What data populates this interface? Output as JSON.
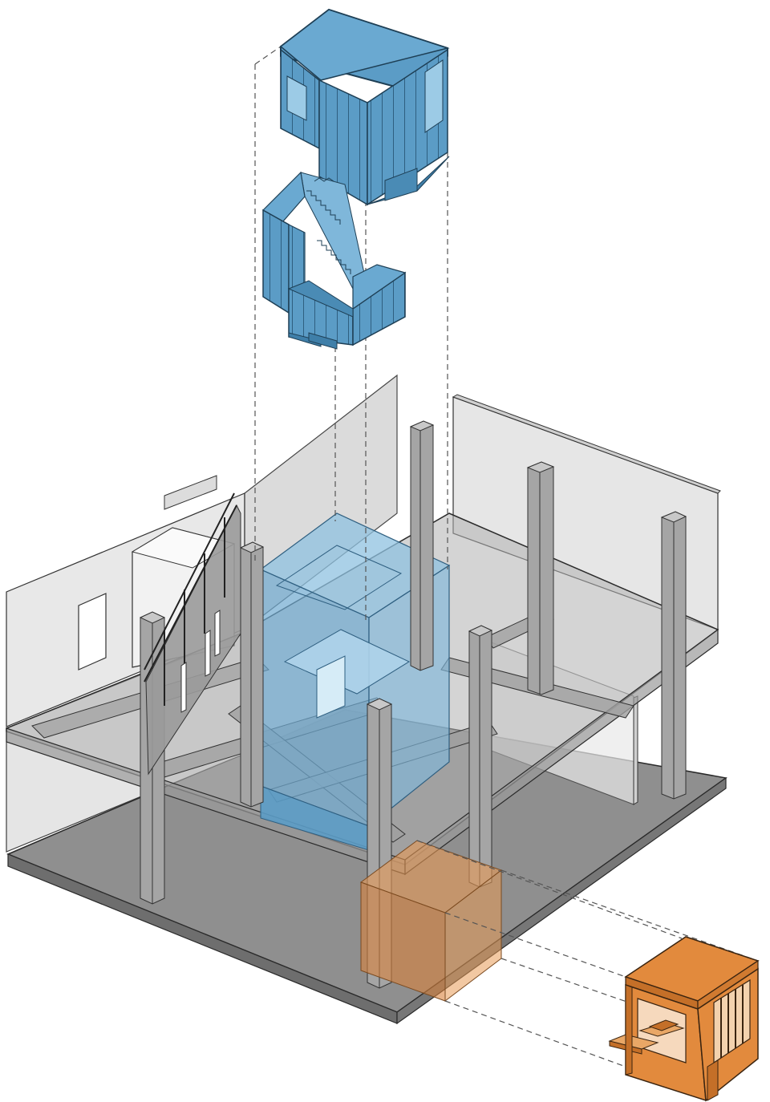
{
  "diagram": {
    "type": "exploded-axonometric",
    "labels": [],
    "components": [
      {
        "id": "stair-tower",
        "kind": "stair-volume",
        "color": "#5b9cc6"
      },
      {
        "id": "building-frame",
        "kind": "concrete-frame",
        "color": "#b5b5b5"
      },
      {
        "id": "ground-slab",
        "kind": "slab",
        "color": "#8f8f8f"
      },
      {
        "id": "atrium-volume",
        "kind": "ghost-volume",
        "color": "#8fc2e0"
      },
      {
        "id": "kiosk-ghost",
        "kind": "ghost-volume",
        "color": "#e79a55"
      },
      {
        "id": "kiosk",
        "kind": "booth",
        "color": "#e28a3d"
      }
    ],
    "colors": {
      "blue": "#5b9cc6",
      "blue_dark": "#3f7fa9",
      "blue_ghost": "#8fc2e0",
      "orange": "#e28a3d",
      "orange_dark": "#c46f28",
      "concrete": "#a8a8a8",
      "concrete_dark": "#8a8a8a",
      "wall": "#dedede",
      "line": "#2a2a2a"
    }
  }
}
